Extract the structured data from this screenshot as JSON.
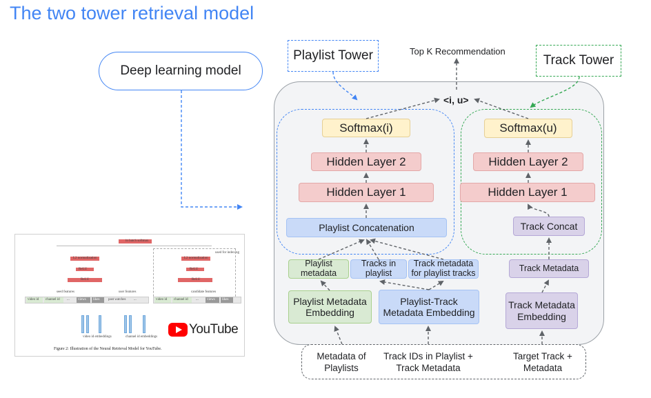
{
  "title": "The two tower retrieval model",
  "pill_label": "Deep learning model",
  "playlist_tower_label": "Playlist Tower",
  "track_tower_label": "Track Tower",
  "top_k_label": "Top K Recommendation",
  "dot_product_label": "<i, u>",
  "playlist_tower": {
    "softmax": "Softmax(i)",
    "hidden2": "Hidden Layer 2",
    "hidden1": "Hidden Layer 1",
    "concat": "Playlist Concatenation",
    "features": [
      "Playlist metadata",
      "Tracks in playlist",
      "Track metadata for playlist tracks"
    ],
    "embeddings": [
      "Playlist Metadata Embedding",
      "Playlist-Track Metadata Embedding"
    ]
  },
  "track_tower": {
    "softmax": "Softmax(u)",
    "hidden2": "Hidden Layer 2",
    "hidden1": "Hidden Layer 1",
    "concat": "Track Concat",
    "feature": "Track Metadata",
    "embedding": "Track Metadata Embedding"
  },
  "inputs": [
    "Metadata of Playlists",
    "Track IDs in Playlist + Track Metadata",
    "Target Track + Metadata"
  ],
  "paper_figure": {
    "caption": "Figure 2: Illustration of the Neural Retrieval Model for YouTube.",
    "brand": "YouTube",
    "labels": {
      "top": "in batch softmax",
      "left_norm": "L2 normalization",
      "right_norm": "L2 normalization",
      "relu": "ReLU",
      "seed": "seed features",
      "user": "user features",
      "candidate": "candidate features",
      "indexing": "used for indexing",
      "video_id": "video id",
      "channel_id": "channel id",
      "dots": "...",
      "views": "views",
      "likes": "likes",
      "past_watches": "past watches",
      "video_emb": "video id embeddings",
      "channel_emb": "channel id embeddings"
    }
  },
  "colors": {
    "accent_blue": "#4285f4",
    "accent_green": "#34a853",
    "softmax": "#fff2cc",
    "hidden": "#f4cccc",
    "concat_blue": "#c9daf8",
    "track_purple": "#d9d2e9",
    "metadata_green": "#d9ead3"
  }
}
